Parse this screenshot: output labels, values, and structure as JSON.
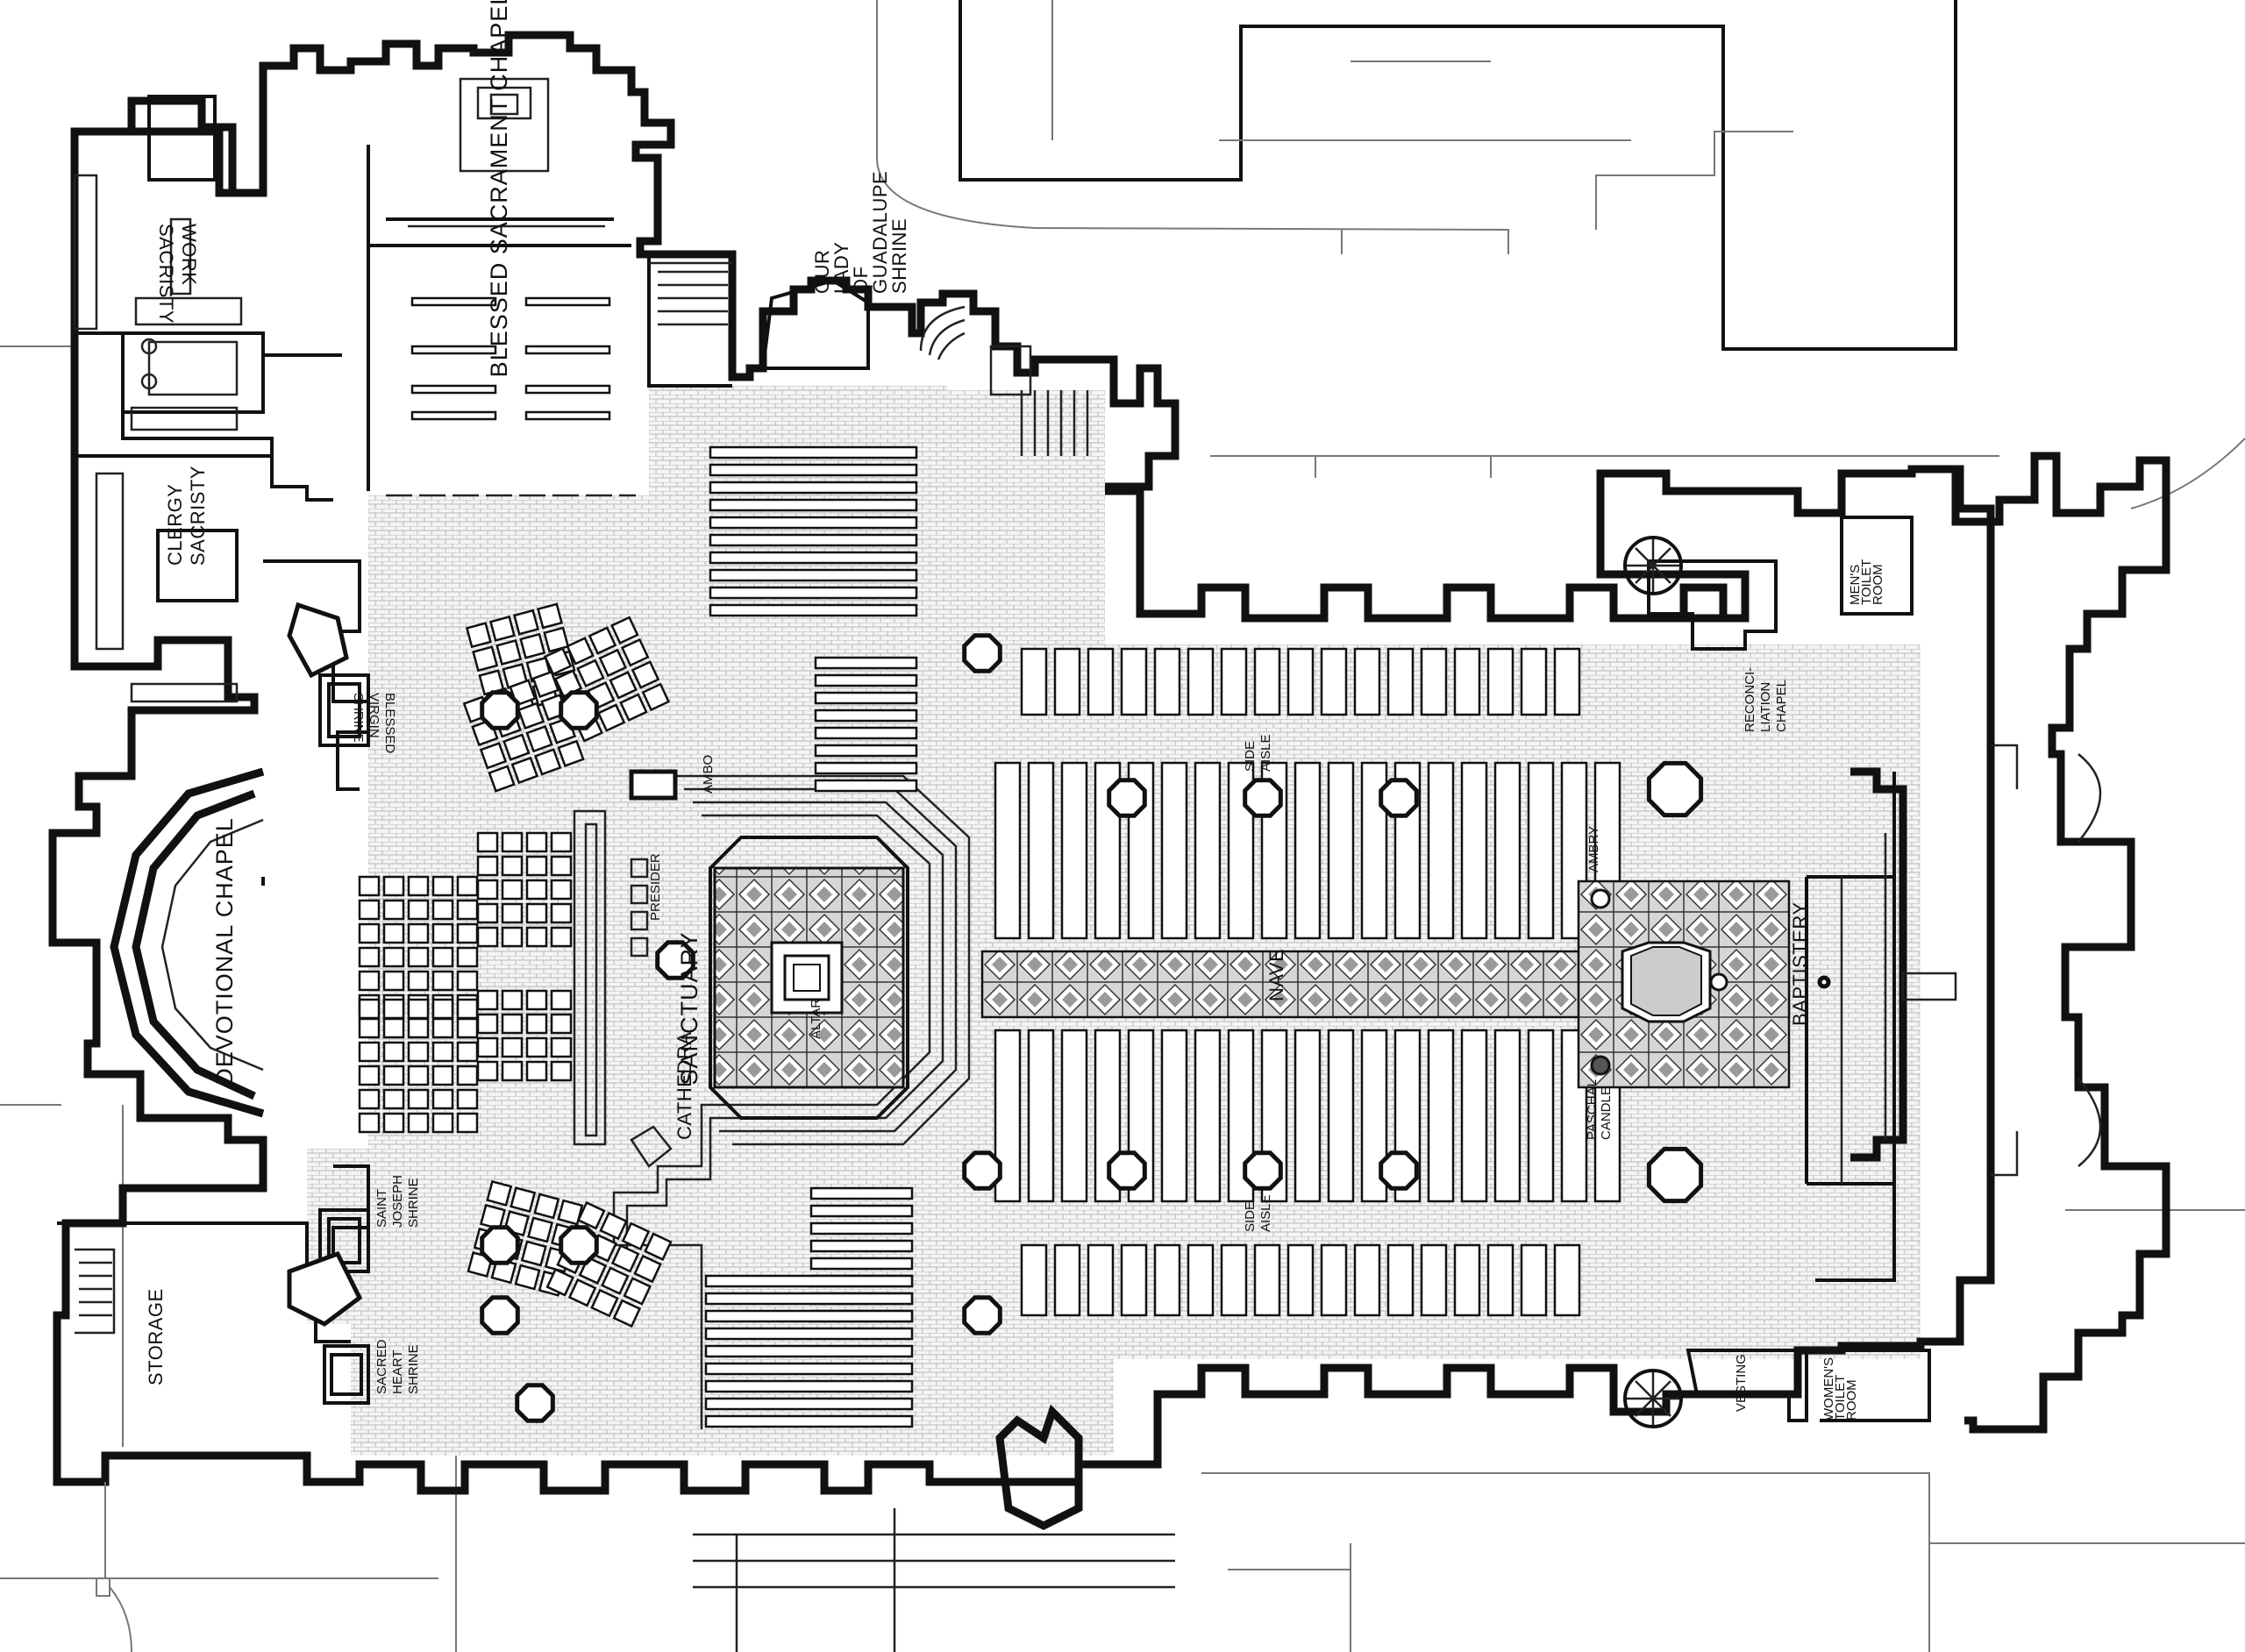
{
  "plan": {
    "title": "",
    "labels": {
      "work_sacristy": [
        "WORK",
        "SACRISTY"
      ],
      "clergy_sacristy": [
        "CLERGY",
        "SACRISTY"
      ],
      "blessed_sacrament_chapel": "BLESSED SACRAMENT CHAPEL",
      "our_lady_shrine": [
        "OUR",
        "LADY",
        "OF",
        "GUADALUPE",
        "SHRINE"
      ],
      "blessed_virgin_shrine": [
        "BLESSED",
        "VIRGIN",
        "SHRINE"
      ],
      "devotional_chapel": "DEVOTIONAL CHAPEL",
      "saint_joseph_shrine": [
        "SAINT",
        "JOSEPH",
        "SHRINE"
      ],
      "sacred_heart_shrine": [
        "SACRED",
        "HEART",
        "SHRINE"
      ],
      "storage": "STORAGE",
      "ambo": "AMBO",
      "presider": "PRESIDER",
      "sanctuary": "SANCTUARY",
      "altar": "ALTAR",
      "cathedra": "CATHEDRA",
      "side_aisle_north": [
        "SIDE",
        "AISLE"
      ],
      "side_aisle_south": [
        "SIDE",
        "AISLE"
      ],
      "nave": "NAVE",
      "ambry": "AMBRY",
      "paschal_candle": [
        "PASCHAL",
        "CANDLE"
      ],
      "baptistery": "BAPTISTERY",
      "reconciliation_chapel": [
        "RECONCI-",
        "LIATION",
        "CHAPEL"
      ],
      "mens_toilet": [
        "MEN'S",
        "TOILET",
        "ROOM"
      ],
      "vesting": "VESTING",
      "womens_toilet": [
        "WOMEN'S",
        "TOILET",
        "ROOM"
      ]
    }
  }
}
